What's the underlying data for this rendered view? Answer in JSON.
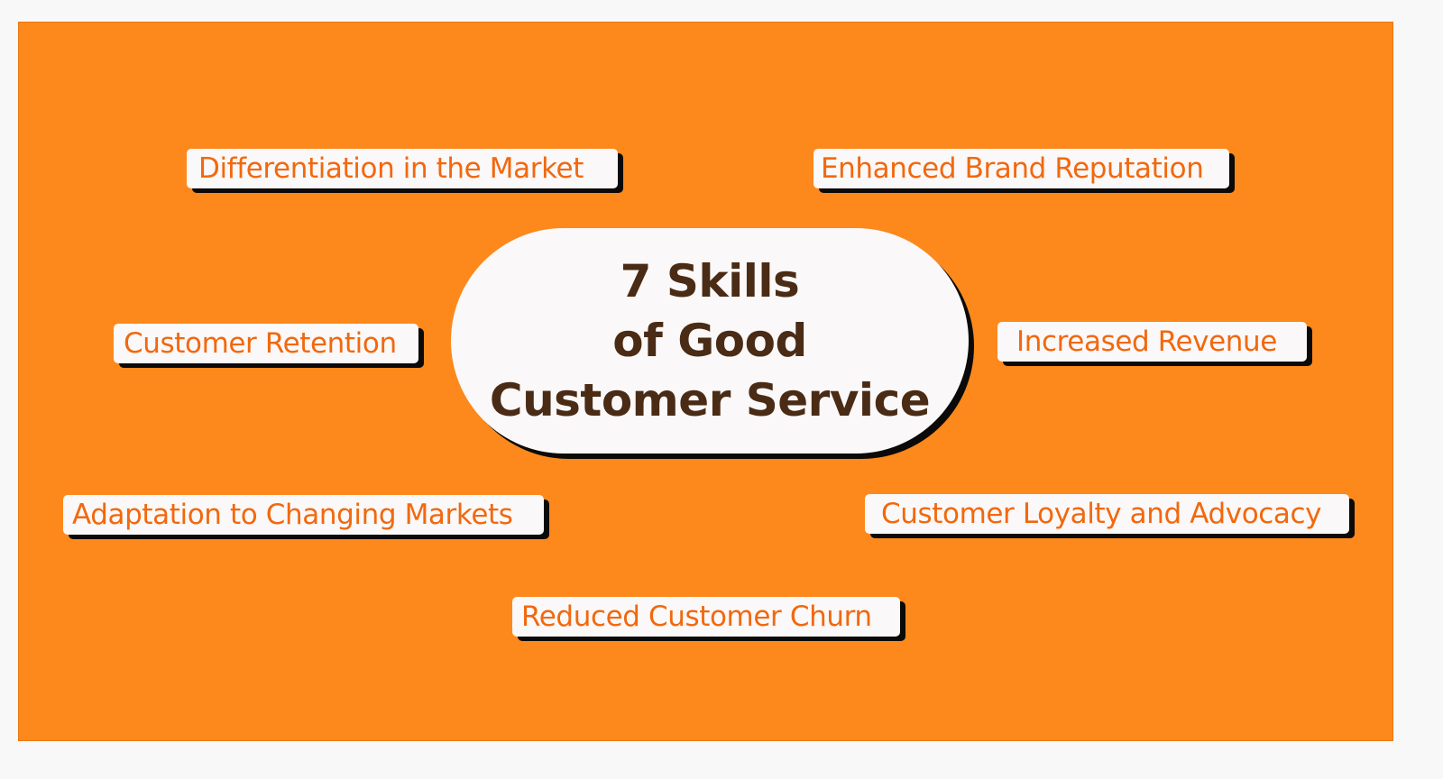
{
  "diagram": {
    "center": {
      "lines": [
        "7 Skills",
        "of Good",
        "Customer Service"
      ]
    },
    "nodes": [
      {
        "label": "Differentiation in the Market"
      },
      {
        "label": "Enhanced Brand Reputation"
      },
      {
        "label": "Customer Retention"
      },
      {
        "label": "Increased Revenue"
      },
      {
        "label": "Adaptation to Changing Markets"
      },
      {
        "label": "Customer Loyalty and Advocacy"
      },
      {
        "label": "Reduced Customer Churn"
      }
    ]
  },
  "colors": {
    "page_background": "#f9f8f9",
    "panel": "#fd881b",
    "chip_background": "#faf8f8",
    "chip_text": "#f2680e",
    "title_text": "#4a2b15",
    "shadow": "#0c0a09"
  }
}
